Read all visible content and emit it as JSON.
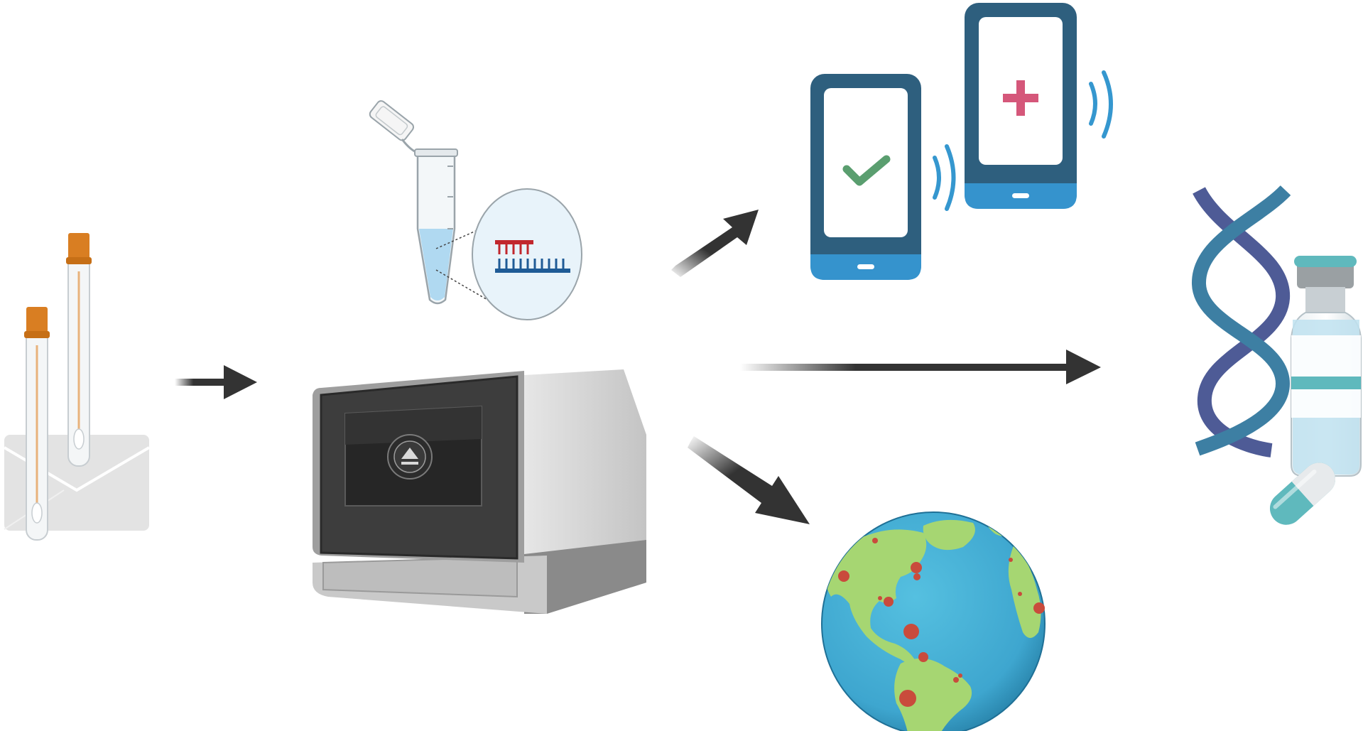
{
  "diagram": {
    "type": "workflow-illustration",
    "nodes": [
      {
        "id": "swab-sample-kit",
        "icon": "swab-tubes-envelope-icon"
      },
      {
        "id": "pcr-reaction",
        "icon": "microcentrifuge-tube-primer-icon"
      },
      {
        "id": "sequencer",
        "icon": "sequencing-instrument-icon"
      },
      {
        "id": "mobile-results",
        "icon": "smartphones-check-plus-icon"
      },
      {
        "id": "global-surveillance",
        "icon": "globe-outbreak-map-icon"
      },
      {
        "id": "therapeutics",
        "icon": "dna-vaccine-vial-pill-icon"
      }
    ],
    "edges": [
      {
        "from": "swab-sample-kit",
        "to": "sequencer"
      },
      {
        "from": "sequencer",
        "to": "mobile-results"
      },
      {
        "from": "sequencer",
        "to": "therapeutics"
      },
      {
        "from": "sequencer",
        "to": "global-surveillance"
      }
    ]
  },
  "colors": {
    "arrow": "#333333",
    "phone_frame": "#2e5f7e",
    "phone_base": "#3593cd",
    "check": "#5a9e6f",
    "plus": "#d5577a",
    "signal": "#3597cf",
    "ocean": "#4ab3d8",
    "land": "#a6d672",
    "outbreak_dot": "#c94b3c",
    "tube_cap": "#d97e22",
    "dna_strand_a": "#3d7fa3",
    "dna_strand_b": "#4e5b96",
    "vial_liquid": "#bfe2f0",
    "pill_teal": "#5fb9bd",
    "sequencer_door": "#3d3d3d",
    "sequencer_body": "#d2d2d2"
  }
}
